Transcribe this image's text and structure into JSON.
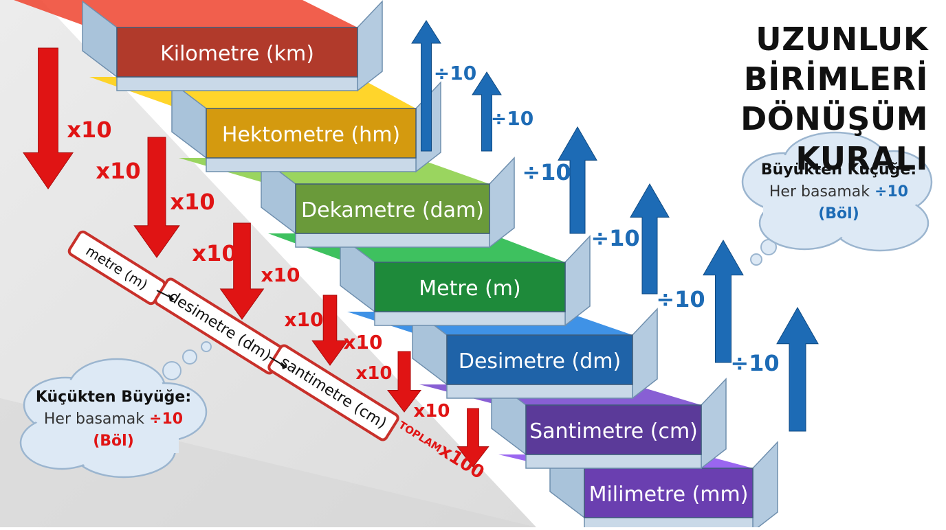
{
  "title": {
    "line1": "UZUNLUK BİRİMLERİ",
    "line2": "DÖNÜŞÜM KURALI"
  },
  "steps": [
    {
      "label": "Kilometre (km)",
      "color": "#b13a2b"
    },
    {
      "label": "Hektometre (hm)",
      "color": "#d49a0f"
    },
    {
      "label": "Dekametre (dam)",
      "color": "#6a9a3a"
    },
    {
      "label": "Metre (m)",
      "color": "#1e8a3a"
    },
    {
      "label": "Desimetre (dm)",
      "color": "#1f63a8"
    },
    {
      "label": "Santimetre (cm)",
      "color": "#5b3a99"
    },
    {
      "label": "Milimetre (mm)",
      "color": "#6a3fb0"
    }
  ],
  "down_arrows": {
    "color": "#e01414",
    "labels": [
      "x10",
      "x10",
      "x10",
      "x10",
      "x10",
      "x10",
      "x10",
      "x10",
      "x10"
    ]
  },
  "up_arrows": {
    "color": "#1d6bb5",
    "labels": [
      "÷10",
      "÷10",
      "÷10",
      "÷10",
      "÷10",
      "÷10"
    ]
  },
  "example_chain": {
    "items": [
      "metre (m)",
      "desimetre (dm)",
      "santimetre (cm)"
    ],
    "total_label": "TOPLAM",
    "total_value": "x100"
  },
  "left_cloud": {
    "heading": "Küçükten Büyüğe:",
    "line_prefix": "Her basamak",
    "operator": "÷10",
    "note": "(Böl)"
  },
  "right_cloud": {
    "heading": "Büyükten Küçüğe:",
    "line_prefix": "Her basamak",
    "operator": "÷10",
    "note": "(Böl)"
  }
}
